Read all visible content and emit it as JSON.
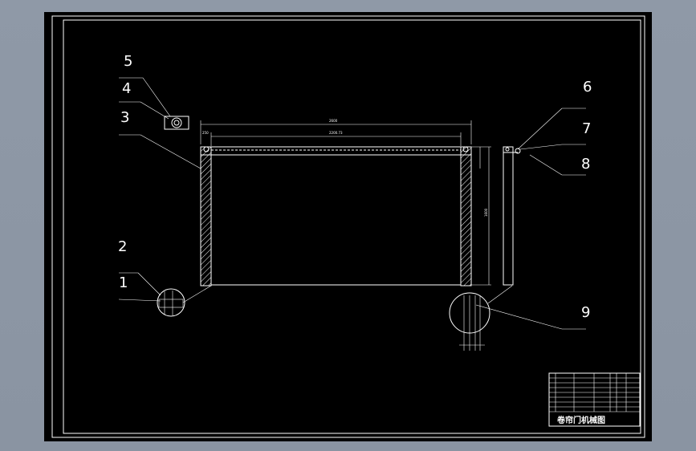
{
  "drawing": {
    "title": "卷帘门机械图",
    "background_color": "#000000",
    "frame_color": "#8e98a6",
    "line_color": "#ffffff"
  },
  "part_labels": [
    {
      "id": "1",
      "text": "1"
    },
    {
      "id": "2",
      "text": "2"
    },
    {
      "id": "3",
      "text": "3"
    },
    {
      "id": "4",
      "text": "4"
    },
    {
      "id": "5",
      "text": "5"
    },
    {
      "id": "6",
      "text": "6"
    },
    {
      "id": "7",
      "text": "7"
    },
    {
      "id": "8",
      "text": "8"
    },
    {
      "id": "9",
      "text": "9"
    }
  ],
  "dimensions": {
    "overall_width": "2600",
    "inner_width": "2200.73",
    "left_offset": "250",
    "right_height": "1600"
  }
}
